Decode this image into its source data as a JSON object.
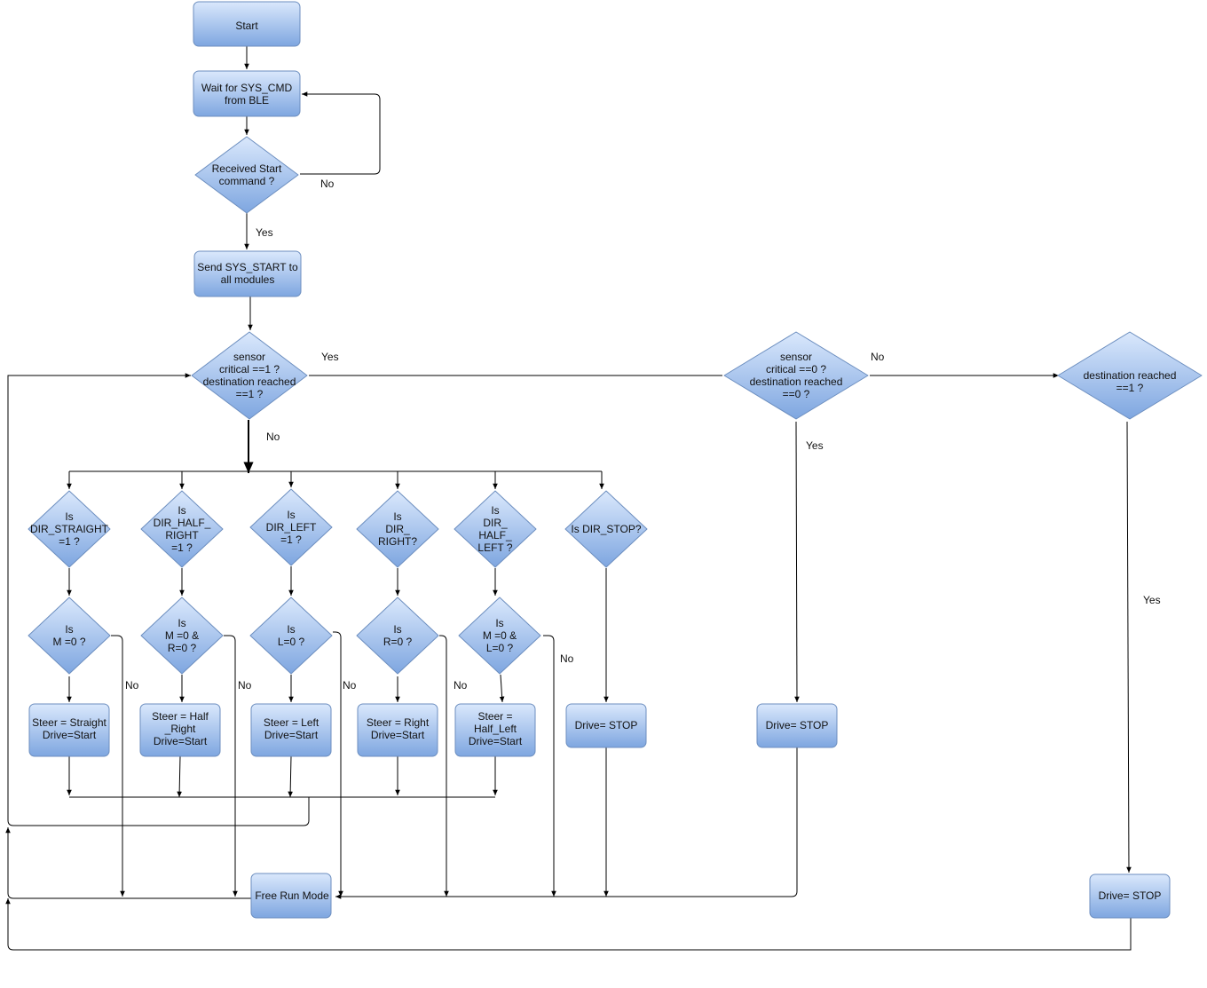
{
  "nodes": {
    "start": [
      "Start"
    ],
    "wait_cmd": [
      "Wait for SYS_CMD",
      "from BLE"
    ],
    "received_start": [
      "Received Start",
      "command ?"
    ],
    "send_start": [
      "Send SYS_START to",
      "all modules"
    ],
    "sensor_critical_1": [
      "sensor",
      "critical ==1 ?",
      "destination reached",
      "==1 ?"
    ],
    "sensor_critical_0": [
      "sensor",
      "critical ==0 ?",
      "destination reached",
      "==0 ?"
    ],
    "destination_reached": [
      "destination reached",
      "==1 ?"
    ],
    "is_dir_straight": [
      "Is",
      "DIR_STRAIGHT",
      "=1 ?"
    ],
    "is_dir_half_right": [
      "Is",
      "DIR_HALF_",
      "RIGHT",
      "=1 ?"
    ],
    "is_dir_left": [
      "Is",
      "DIR_LEFT",
      "=1 ?"
    ],
    "is_dir_right": [
      "Is",
      "DIR_",
      "RIGHT?"
    ],
    "is_dir_half_left": [
      "Is",
      "DIR_",
      "HALF_",
      "LEFT ?"
    ],
    "is_dir_stop": [
      "Is DIR_STOP?"
    ],
    "is_m0": [
      "Is",
      "M =0 ?"
    ],
    "is_m0_r0": [
      "Is",
      "M =0 &",
      "R=0 ?"
    ],
    "is_l0": [
      "Is",
      "L=0 ?"
    ],
    "is_r0": [
      "Is",
      "R=0 ?"
    ],
    "is_m0_l0": [
      "Is",
      "M =0 &",
      "L=0 ?"
    ],
    "steer_straight": [
      "Steer = Straight",
      "Drive=Start"
    ],
    "steer_half_right": [
      "Steer = Half",
      "_Right",
      "Drive=Start"
    ],
    "steer_left": [
      "Steer = Left",
      "Drive=Start"
    ],
    "steer_right": [
      "Steer = Right",
      "Drive=Start"
    ],
    "steer_half_left": [
      "Steer =",
      "Half_Left",
      "Drive=Start"
    ],
    "drive_stop_1": [
      "Drive= STOP"
    ],
    "drive_stop_2": [
      "Drive= STOP"
    ],
    "drive_stop_3": [
      "Drive= STOP"
    ],
    "free_run_mode": [
      "Free Run Mode"
    ]
  },
  "edge_labels": {
    "no_received": "No",
    "yes_received": "Yes",
    "yes_sensor1": "Yes",
    "no_sensor1": "No",
    "no_sensor0": "No",
    "yes_sensor0": "Yes",
    "yes_destination": "Yes",
    "no_m0": "No",
    "no_m0_r0": "No",
    "no_l0": "No",
    "no_r0": "No",
    "no_m0_l0": "No"
  },
  "colors": {
    "fill_top": "#dae8fc",
    "fill_bottom": "#7ea6e0",
    "stroke": "#6c8ebf",
    "line": "#000000"
  }
}
